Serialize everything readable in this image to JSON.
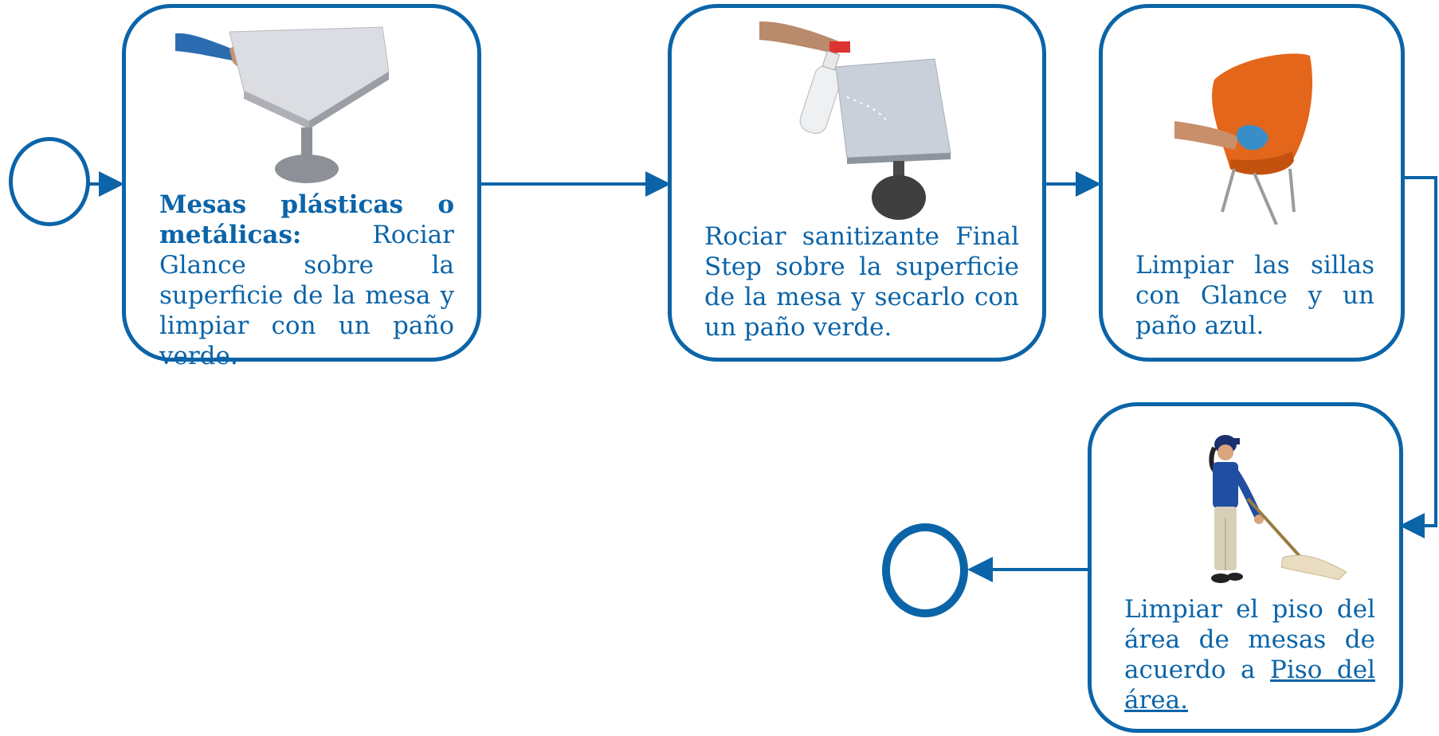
{
  "colors": {
    "accent": "#0b64a8"
  },
  "steps": [
    {
      "illustration": "hand-wiping-table-green-cloth",
      "bold_label": "Mesas plásticas o metálicas:",
      "text": "Rociar Glance sobre la superficie de la mesa y limpiar con un paño verde."
    },
    {
      "illustration": "spray-bottle-on-table",
      "text": "Rociar sanitizante Final Step  sobre la superficie de la mesa y secarlo con un paño verde."
    },
    {
      "illustration": "hand-wiping-orange-chair-blue-cloth",
      "text": "Limpiar las sillas con Glance y un paño azul."
    },
    {
      "illustration": "worker-mopping-floor",
      "text": "Limpiar el piso del área de mesas de acuerdo a ",
      "link_text": "Piso del área."
    }
  ]
}
